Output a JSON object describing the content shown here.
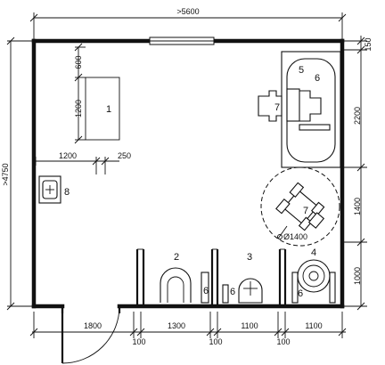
{
  "dimensions": {
    "top_width": ">5600",
    "left_height": ">4750",
    "right_top": "150",
    "right_bath": "2200",
    "right_turn": "1400",
    "right_low": "1000",
    "bottom_door": "1800",
    "bottom_gap1": "100",
    "bottom_stall2": "1300",
    "bottom_gap2": "100",
    "bottom_stall3": "1100",
    "bottom_gap3": "100",
    "bottom_stall4": "1100",
    "inner_600": "600",
    "inner_1200_v": "1200",
    "inner_1200_h": "1200",
    "inner_250": "250",
    "turn_diameter": "Ø1400"
  },
  "labels": {
    "n1": "1",
    "n2": "2",
    "n3": "3",
    "n4": "4",
    "n5": "5",
    "n6a": "6",
    "n6b": "6",
    "n6c": "6",
    "n6d": "6",
    "n7a": "7",
    "n7b": "7",
    "n8": "8"
  }
}
